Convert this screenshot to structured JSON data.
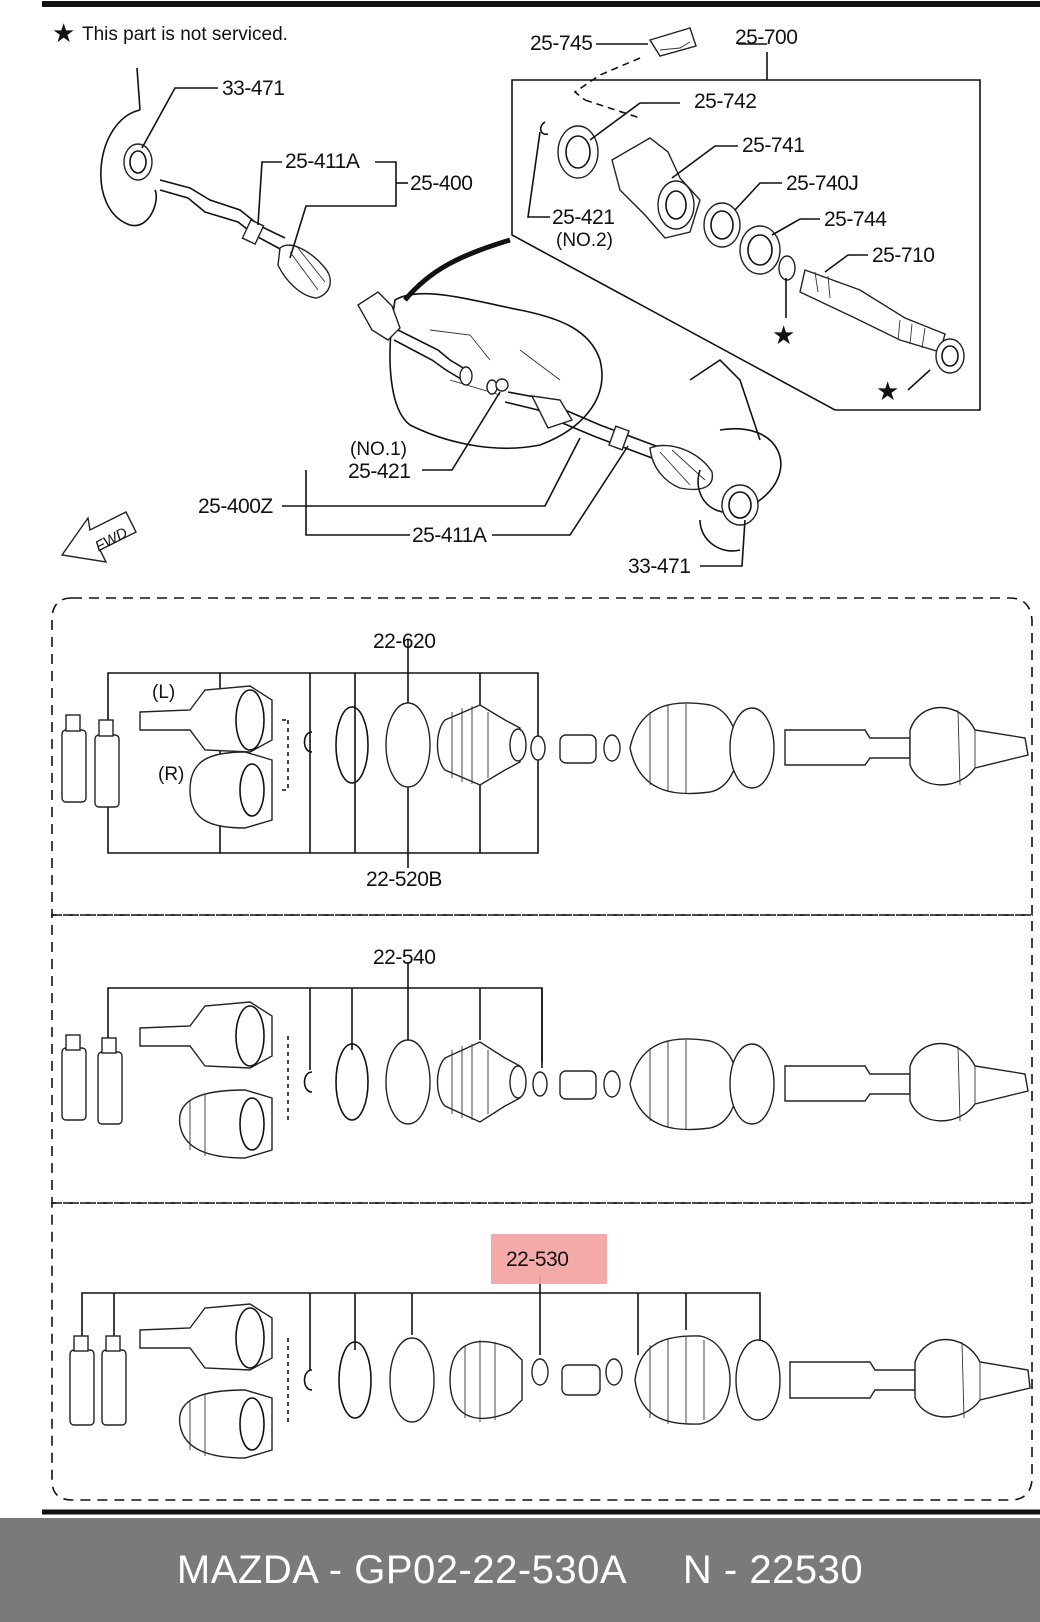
{
  "notice": {
    "star": "★",
    "text": "This part is not serviced."
  },
  "fwd_label": "FWD",
  "callouts": {
    "c_33471_top": "33-471",
    "c_25411A_top": "25-411A",
    "c_25400": "25-400",
    "c_25745": "25-745",
    "c_25700": "25-700",
    "c_25742": "25-742",
    "c_25741": "25-741",
    "c_25740J": "25-740J",
    "c_25744": "25-744",
    "c_25710": "25-710",
    "c_25421_no2": "25-421",
    "c_no2": "(NO.2)",
    "c_no1": "(NO.1)",
    "c_25421_no1": "25-421",
    "c_25400Z": "25-400Z",
    "c_25411A_bot": "25-411A",
    "c_33471_bot": "33-471"
  },
  "section1": {
    "top_label": "22-620",
    "bottom_label": "22-520B",
    "left_tag": "(L)",
    "right_tag": "(R)"
  },
  "section2": {
    "top_label": "22-540"
  },
  "section3": {
    "highlight_label": "22-530",
    "highlight_color": "#f4a3a3"
  },
  "footer": {
    "text": "MAZDA - GP02-22-530A     N - 22530",
    "background": "#7a7a7a"
  }
}
